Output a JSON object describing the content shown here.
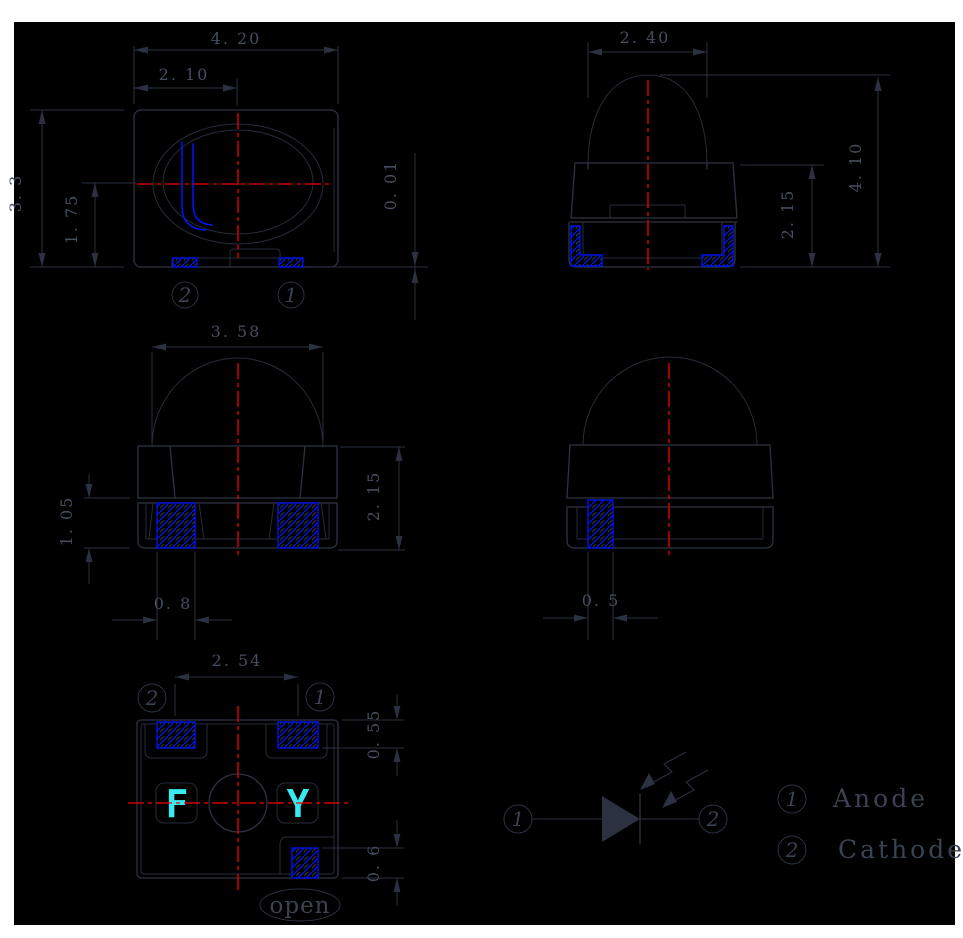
{
  "colors": {
    "page": "#ffffff",
    "canvas": "#000000",
    "line": "#2c3340",
    "dimension_text": "#454d5e",
    "centerline_red": "#f40000",
    "pad_blue": "#0013e6",
    "marking_cyan": "#38e9f2"
  },
  "top_view": {
    "dim_width": "4. 20",
    "dim_half_width": "2. 10",
    "dim_height": "3. 3",
    "dim_half_height": "1. 75",
    "dim_standoff": "0. 01",
    "pin_left": "2",
    "pin_right": "1"
  },
  "side_view": {
    "dim_dome_width": "2. 40",
    "dim_total_height": "4. 10",
    "dim_body_height": "2. 15"
  },
  "front_view": {
    "dim_dome_width": "3. 58",
    "dim_pad_height": "1. 05",
    "dim_body_height": "2. 15",
    "dim_pad_width": "0. 8"
  },
  "side_view_b": {
    "dim_pad_width": "0. 5"
  },
  "bottom_view": {
    "dim_pad_pitch": "2. 54",
    "dim_pad_top_height": "0. 55",
    "dim_pad_bottom_height": "0. 6",
    "pin_left": "2",
    "pin_right": "1",
    "marking_left": "F",
    "marking_right": "Y",
    "note": "open"
  },
  "schematic": {
    "pin_left": "1",
    "pin_right": "2",
    "legend": [
      {
        "pin": "1",
        "label": "Anode"
      },
      {
        "pin": "2",
        "label": "Cathode"
      }
    ]
  }
}
